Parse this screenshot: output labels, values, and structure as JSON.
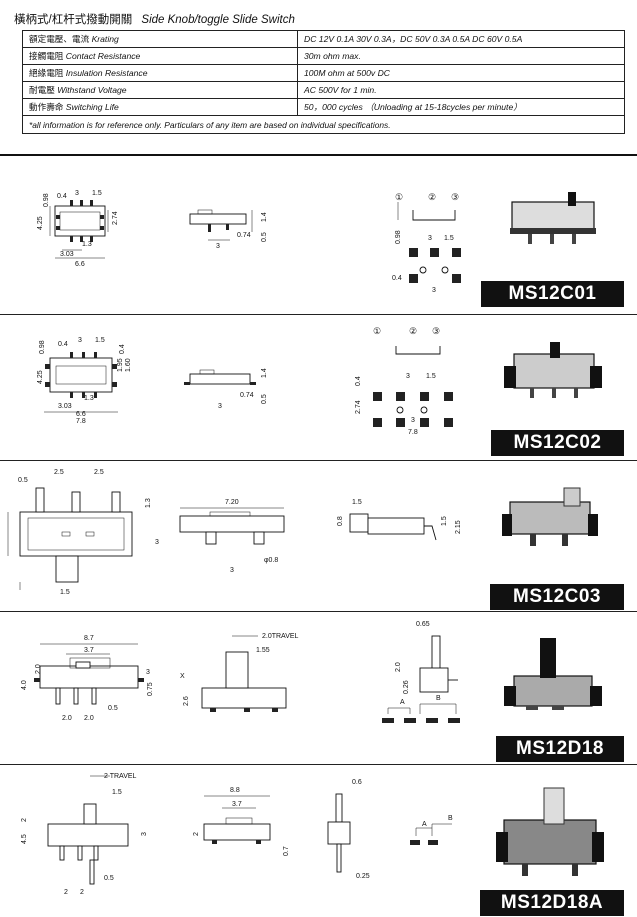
{
  "header": {
    "title": "橫柄式/杠杆式撥動開關",
    "subtitle": "Side Knob/toggle Slide Switch"
  },
  "specs": [
    {
      "zh": "額定電壓、電流",
      "en": "Krating",
      "value": "DC 12V 0.1A 30V 0.3A，DC 50V 0.3A 0.5A DC 60V 0.5A"
    },
    {
      "zh": "接觸電阻",
      "en": "Contact Resistance",
      "value": "30m ohm max."
    },
    {
      "zh": "絕緣電阻",
      "en": "Insulation Resistance",
      "value": "100M ohm at 500v DC"
    },
    {
      "zh": "耐電壓",
      "en": "Withstand Voltage",
      "value": "AC 500V for 1 min."
    },
    {
      "zh": "動作壽命",
      "en": "Switching Life",
      "value": "50，000 cycles （Unloading at 15-18cycles per minute）"
    }
  ],
  "note": "*all information is for reference only. Particulars of any item are based on individual specifications.",
  "models": [
    {
      "name": "MS12C01",
      "dims": [
        "0.4",
        "3",
        "1.5",
        "0.98",
        "4.25",
        "2.74",
        "1.3",
        "3.03",
        "6.6",
        "1.4",
        "0.74",
        "3",
        "0.5",
        "①",
        "②",
        "③",
        "0.98",
        "3",
        "1.5",
        "0.4",
        "3"
      ]
    },
    {
      "name": "MS12C02",
      "dims": [
        "0.4",
        "3",
        "1.5",
        "0.98",
        "0.4",
        "4.25",
        "1.95",
        "1.60",
        "1.3",
        "3.03",
        "6.6",
        "7.8",
        "1.4",
        "0.74",
        "3",
        "0.5",
        "①",
        "②",
        "③",
        "0.4",
        "3",
        "1.5",
        "2.74",
        "3",
        "7.8"
      ]
    },
    {
      "name": "MS12C03",
      "dims": [
        "0.5",
        "2.5",
        "2.5",
        "1.3",
        "1.5",
        "7.20",
        "3",
        "3",
        "φ0.8",
        "1.5",
        "0.8",
        "1.5",
        "2.15"
      ]
    },
    {
      "name": "MS12D18",
      "dims": [
        "8.7",
        "3.7",
        "2.0",
        "4.0",
        "3",
        "0.75",
        "2.0",
        "2.0",
        "0.5",
        "2.0TRAVEL",
        "1.55",
        "X",
        "2.6",
        "0.65",
        "2.0",
        "0.26",
        "A",
        "B"
      ]
    },
    {
      "name": "MS12D18A",
      "dims": [
        "2 TRAVEL",
        "1.5",
        "2",
        "4.5",
        "3",
        "2",
        "2",
        "0.5",
        "8.8",
        "3.7",
        "2",
        "0.7",
        "0.6",
        "0.25",
        "A",
        "B"
      ]
    }
  ]
}
